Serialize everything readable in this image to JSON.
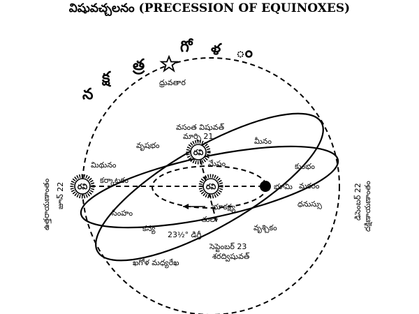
{
  "title": "విషువచ్చలనం (PRECESSION OF EQUINOXES)",
  "arc_title_chars": [
    "న",
    "క్ష",
    "త్ర",
    "గో",
    "ళ",
    "ం"
  ],
  "pole_star_label": "ధ్రువతార",
  "vernal_equinox": {
    "line1": "వసంత విషువత్",
    "line2": "మార్చి 21"
  },
  "autumnal_equinox": {
    "line1": "సెప్టెంబర్ 23",
    "line2": "శరద్విషువత్"
  },
  "summer_solstice": {
    "name": "ఉత్తరాయణాంతం",
    "date": "జూన్ 22"
  },
  "winter_solstice": {
    "name": "దక్షిణాయణాంతం",
    "date": "డిసెంబర్ 22"
  },
  "sun_label": "రవి",
  "earth_label": "భూమి",
  "earth_axis_label": "భూకక్ష్య",
  "ecliptic_label": "23½° డిగ్రీ",
  "celestial_equator_label": "ఖగోళ మధ్యరేఖ",
  "zodiac": {
    "mesham": "మేషం",
    "vrishabham": "వృషభం",
    "mithunam": "మిథునం",
    "karkatakam": "కర్కాటకం",
    "simham": "సింహం",
    "kanya": "కన్య",
    "tula": "తులా",
    "vrischikam": "వృశ్చికం",
    "dhanussu": "ధనుస్సు",
    "makaram": "మకరం",
    "kumbham": "కుంభం",
    "meenam": "మీనం"
  }
}
